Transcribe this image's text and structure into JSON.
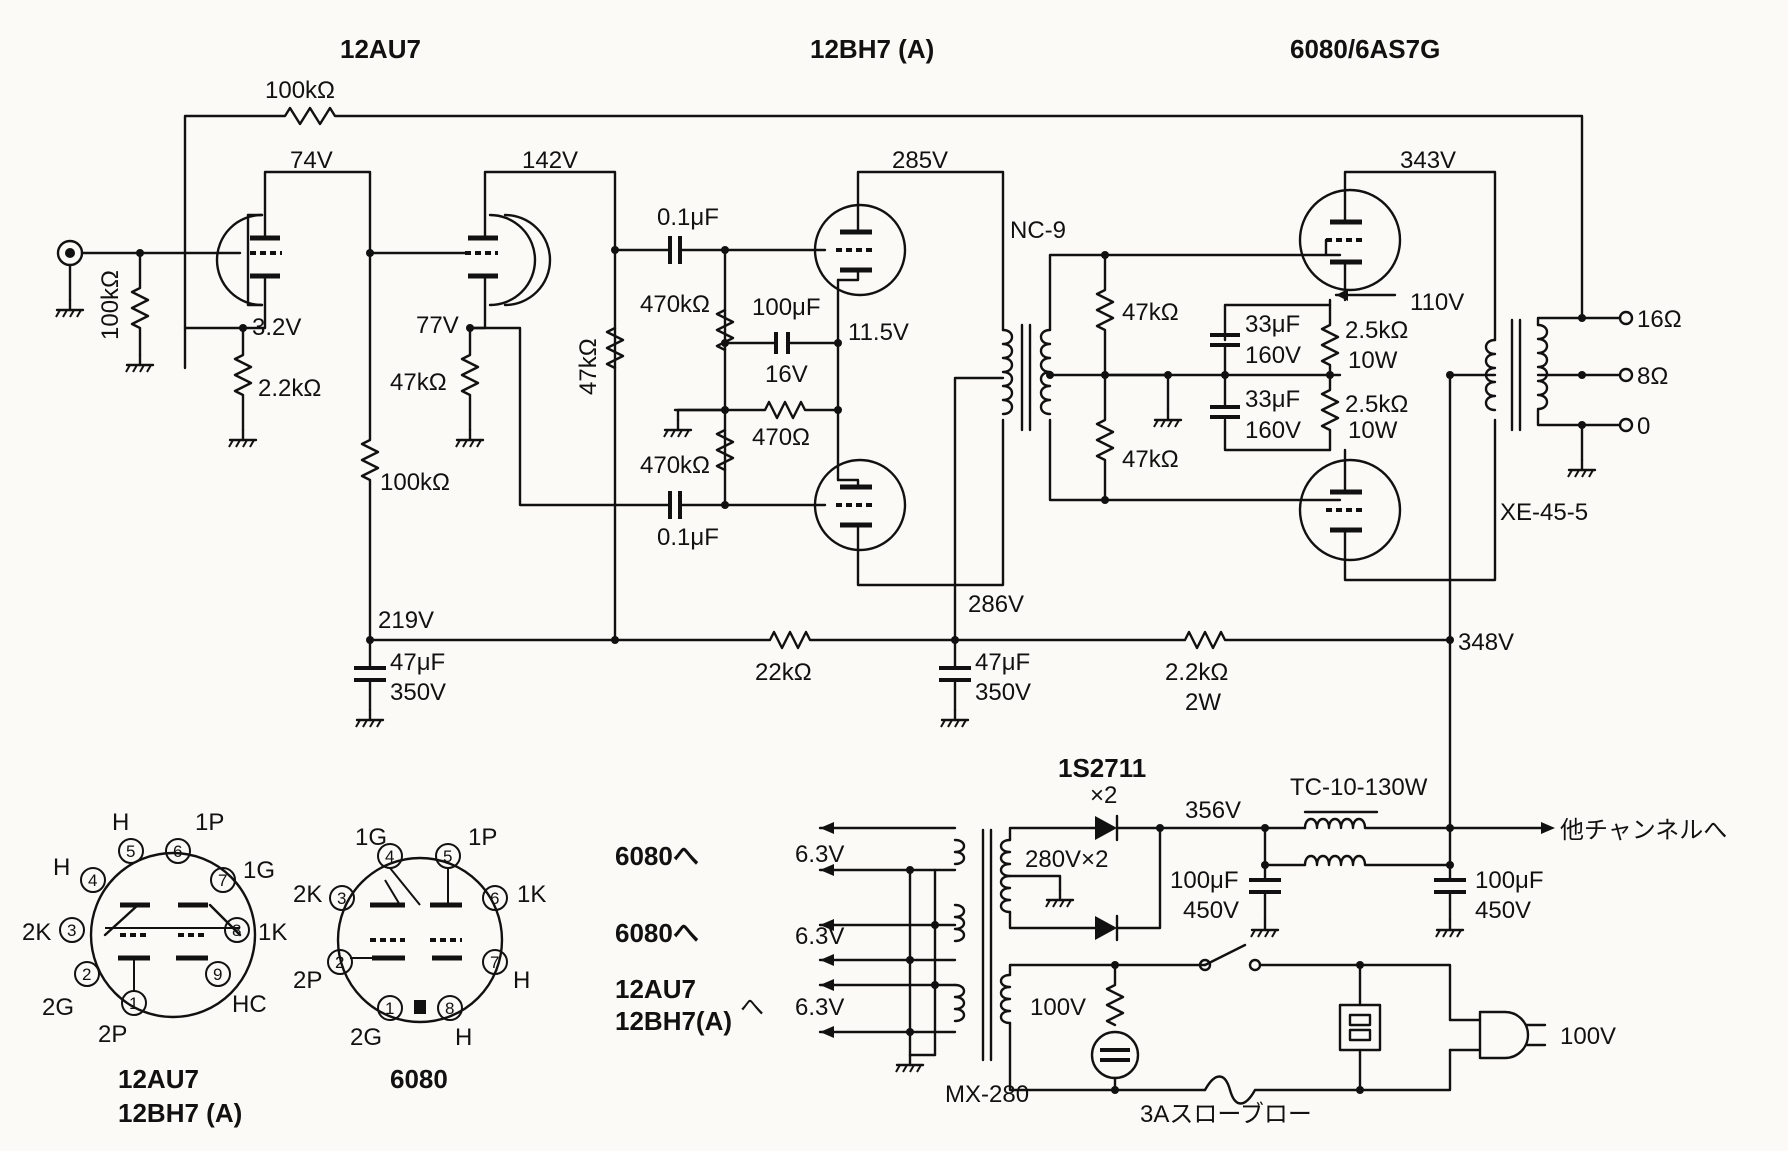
{
  "tubes": {
    "stage1": "12AU7",
    "stage2": "12BH7 (A)",
    "stage3": "6080/6AS7G"
  },
  "feedback_resistor": "100kΩ",
  "voltages": {
    "v74": "74V",
    "v142": "142V",
    "v285": "285V",
    "v343": "343V",
    "v3_2": "3.2V",
    "v77": "77V",
    "v11_5": "11.5V",
    "v110": "110V",
    "v219": "219V",
    "v286": "286V",
    "v348": "348V",
    "v356": "356V"
  },
  "components": {
    "in_res": "100kΩ",
    "k1_res": "2.2kΩ",
    "g2_res": "47kΩ",
    "p1_res": "100kΩ",
    "p2_res": "47kΩ",
    "c1": "0.1μF",
    "c2": "0.1μF",
    "r470k_1": "470kΩ",
    "r470k_2": "470kΩ",
    "c100": "100μF",
    "c100v": "16V",
    "r470": "470Ω",
    "nc9": "NC-9",
    "r47k_a": "47kΩ",
    "r47k_b": "47kΩ",
    "c33_a": "33μF",
    "c33_av": "160V",
    "c33_b": "33μF",
    "c33_bv": "160V",
    "r25_a": "2.5kΩ",
    "r25_aw": "10W",
    "r25_b": "2.5kΩ",
    "r25_bw": "10W",
    "xe": "XE-45-5",
    "tap16": "16Ω",
    "tap8": "8Ω",
    "tap0": "0",
    "c47_a": "47μF",
    "c47_av": "350V",
    "c47_b": "47μF",
    "c47_bv": "350V",
    "r22k": "22kΩ",
    "r2_2k": "2.2kΩ",
    "r2_2kw": "2W"
  },
  "psu": {
    "diode": "1S2711",
    "diode_qty": "×2",
    "sec_hv": "280V×2",
    "choke": "TC-10-130W",
    "other_ch": "他チャンネルへ",
    "c100a": "100μF",
    "c100av": "450V",
    "c100b": "100μF",
    "c100bv": "450V",
    "heat1": "6.3V",
    "heat2": "6.3V",
    "heat3": "6.3V",
    "dest1": "6080へ",
    "dest2": "6080へ",
    "dest3a": "12AU7",
    "dest3b": "12BH7(A)",
    "dest3c": "へ",
    "primary": "100V",
    "mx": "MX-280",
    "fuse": "3Aスローブロー",
    "plug": "100V"
  },
  "pinouts": {
    "left": {
      "title1": "12AU7",
      "title2": "12BH7 (A)",
      "labels": [
        "H",
        "1P",
        "H",
        "1G",
        "2K",
        "1K",
        "2G",
        "HC",
        "2P"
      ]
    },
    "right": {
      "title": "6080",
      "labels": [
        "1G",
        "1P",
        "2K",
        "1K",
        "2P",
        "H",
        "2G",
        "H"
      ]
    },
    "pin_numbers": [
      "1",
      "2",
      "3",
      "4",
      "5",
      "6",
      "7",
      "8",
      "9"
    ]
  }
}
